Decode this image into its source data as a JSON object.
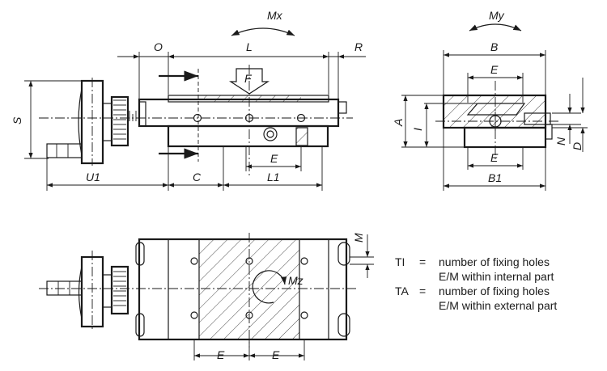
{
  "labels": {
    "mx": "Mx",
    "my": "My",
    "mz": "Mz",
    "o": "O",
    "l": "L",
    "r": "R",
    "f": "F",
    "s": "S",
    "u1": "U1",
    "c": "C",
    "e": "E",
    "l1": "L1",
    "b": "B",
    "b1": "B1",
    "a": "A",
    "i": "I",
    "n": "N",
    "d": "D",
    "m": "M"
  },
  "legend": [
    {
      "key": "TI",
      "eq": "=",
      "lines": [
        "number of fixing holes",
        "E/M within internal part"
      ]
    },
    {
      "key": "TA",
      "eq": "=",
      "lines": [
        "number of fixing holes",
        "E/M within external part"
      ]
    }
  ]
}
